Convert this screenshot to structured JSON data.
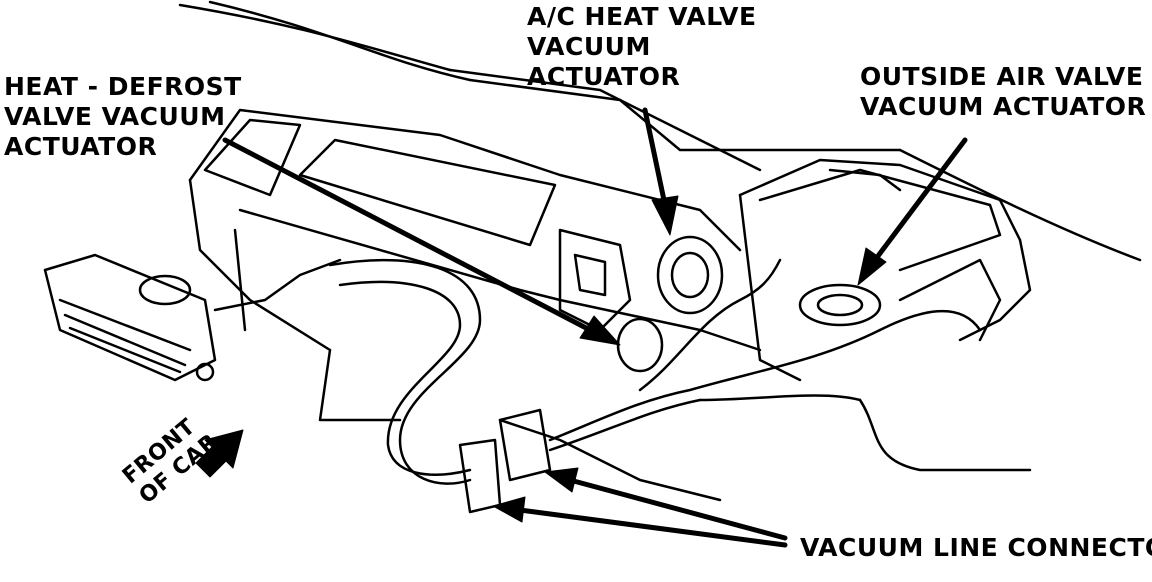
{
  "diagram": {
    "labels": {
      "heat_defrost": [
        "HEAT - DEFROST",
        "VALVE VACUUM",
        "ACTUATOR"
      ],
      "ac_heat": [
        "A/C HEAT VALVE",
        "VACUUM",
        "ACTUATOR"
      ],
      "outside_air": [
        "OUTSIDE AIR VALVE",
        "VACUUM ACTUATOR"
      ],
      "vacuum_line_connector": "VACUUM LINE CONNECTOR",
      "front_of_car": [
        "FRONT",
        "OF CAR"
      ]
    },
    "colors": {
      "ink": "#000000",
      "paper": "#ffffff"
    }
  }
}
